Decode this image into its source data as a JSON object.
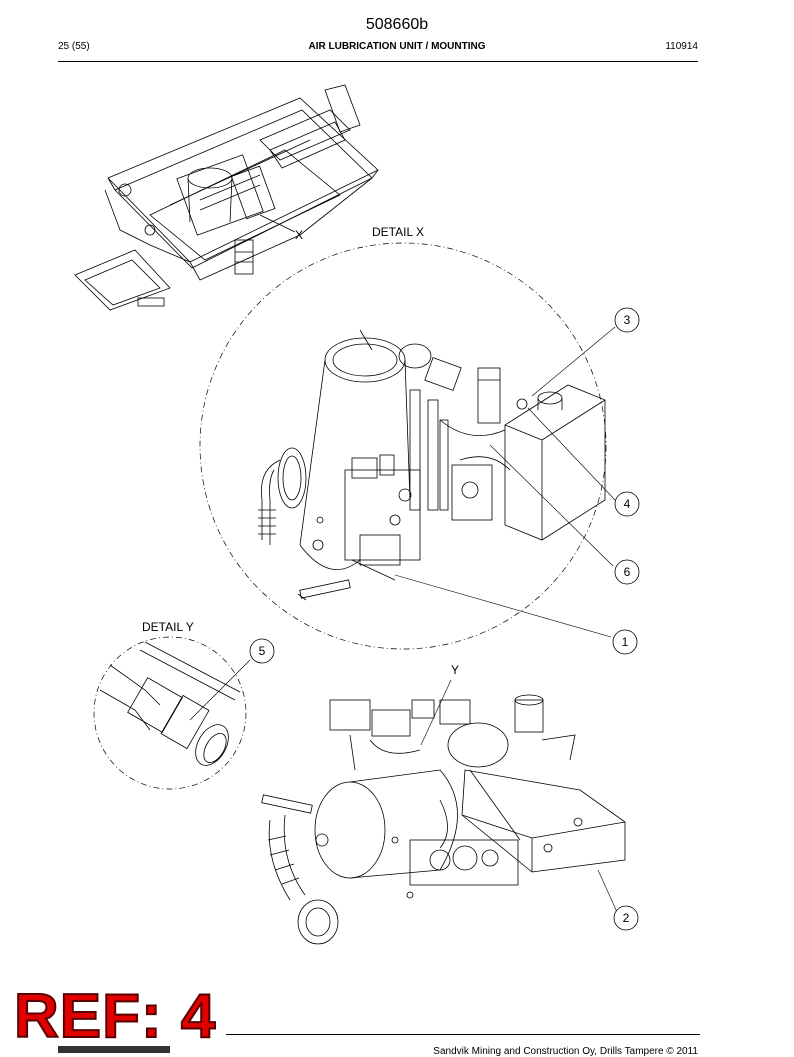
{
  "header": {
    "doc_number": "508660b",
    "page_count": "25 (55)",
    "title": "AIR LUBRICATION UNIT / MOUNTING",
    "date": "110914"
  },
  "labels": {
    "detail_x_title": "DETAIL X",
    "detail_y_title": "DETAIL Y",
    "marker_x": "X",
    "marker_y": "Y"
  },
  "callouts": [
    "3",
    "4",
    "6",
    "1",
    "5",
    "2"
  ],
  "footer": {
    "copyright": "Sandvik Mining and Construction Oy, Drills Tampere © 2011",
    "ref_stamp": "REF: 4"
  }
}
